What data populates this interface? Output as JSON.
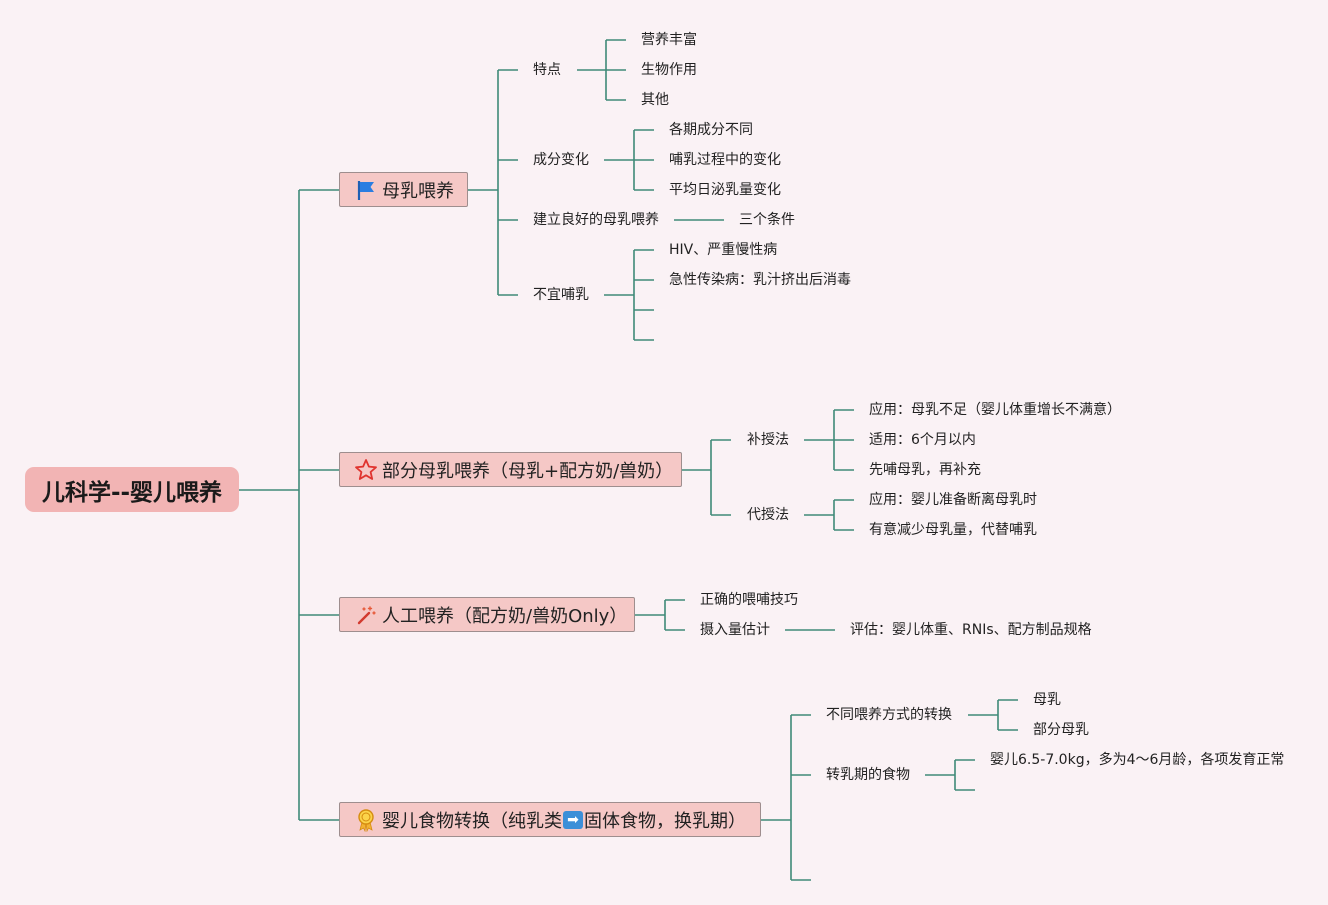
{
  "root": {
    "label": "儿科学--婴儿喂养"
  },
  "branches": {
    "breast": {
      "label": "母乳喂养",
      "icon": "blue-flag-icon",
      "features": {
        "label": "特点",
        "items": [
          "营养丰富",
          "生物作用",
          "其他"
        ]
      },
      "composition": {
        "label": "成分变化",
        "items": [
          "各期成分不同",
          "哺乳过程中的变化",
          "平均日泌乳量变化"
        ]
      },
      "establish": {
        "label": "建立良好的母乳喂养",
        "items": [
          "三个条件"
        ]
      },
      "unsuitable": {
        "label": "不宜哺乳",
        "items": [
          "HIV、严重慢性病",
          "急性传染病：乳汁挤出后消毒"
        ]
      }
    },
    "partial": {
      "label": "部分母乳喂养（母乳+配方奶/兽奶）",
      "icon": "star-icon",
      "supplement": {
        "label": "补授法",
        "items": [
          "应用：母乳不足（婴儿体重增长不满意）",
          "适用：6个月以内",
          "先哺母乳，再补充"
        ]
      },
      "substitute": {
        "label": "代授法",
        "items": [
          "应用：婴儿准备断离母乳时",
          "有意减少母乳量，代替哺乳"
        ]
      }
    },
    "artificial": {
      "label": "人工喂养（配方奶/兽奶Only）",
      "icon": "magic-wand-icon",
      "technique": {
        "label": "正确的喂哺技巧"
      },
      "intake": {
        "label": "摄入量估计",
        "items": [
          "评估：婴儿体重、RNIs、配方制品规格"
        ]
      }
    },
    "transition": {
      "label_pre": "婴儿食物转换（纯乳类",
      "label_arrow": "➡",
      "label_post": "固体食物，换乳期）",
      "icon": "medal-icon",
      "methods": {
        "label": "不同喂养方式的转换",
        "items": [
          "母乳",
          "部分母乳"
        ]
      },
      "foods": {
        "label": "转乳期的食物",
        "items": [
          "婴儿6.5-7.0kg，多为4～6月龄，各项发育正常"
        ]
      }
    }
  },
  "colors": {
    "line": "#3f8a78",
    "root_bg": "#f2b4b4",
    "main_bg": "#f5c8c6",
    "background": "#faf2f5"
  }
}
